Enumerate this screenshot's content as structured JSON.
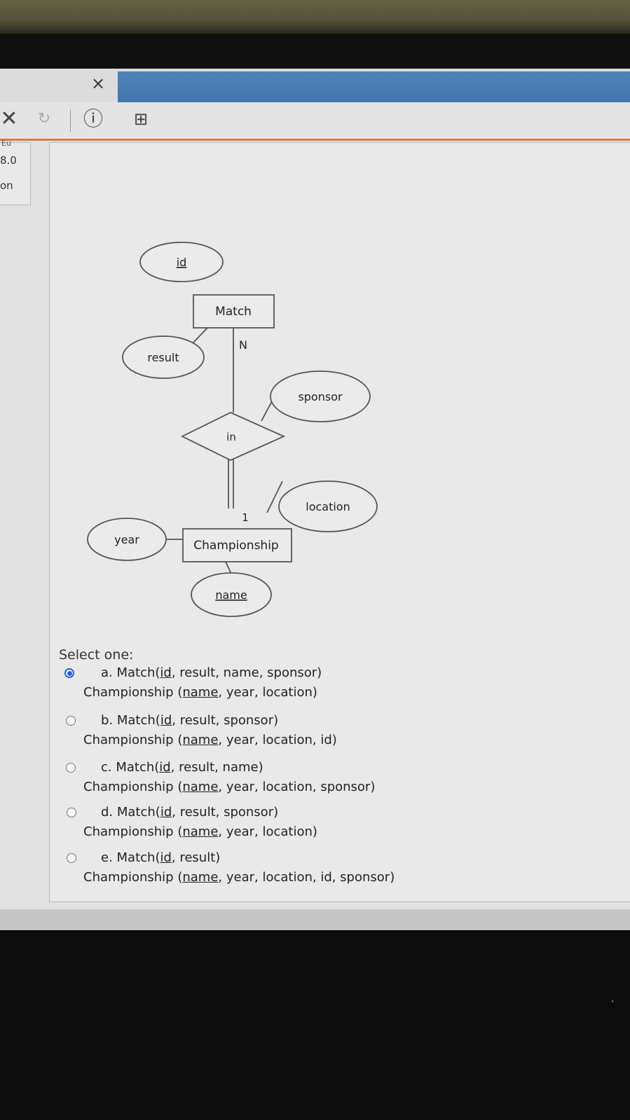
{
  "browser": {
    "tab_close_glyph": "×",
    "toolbar": {
      "close_glyph": "✕",
      "reload_glyph": "↻",
      "info_glyph": "ⓘ",
      "save_glyph": "⊞"
    },
    "accent_color": "#e07a3a"
  },
  "side_panel": {
    "text_top": "Eu",
    "text_1": "8.0",
    "text_2": "on"
  },
  "diagram": {
    "entities": {
      "match": "Match",
      "championship": "Championship"
    },
    "relationship": "in",
    "attributes": {
      "id": "id",
      "result": "result",
      "sponsor": "sponsor",
      "location": "location",
      "year": "year",
      "name": "name"
    },
    "cardinality": {
      "match_side": "N",
      "championship_side": "1"
    }
  },
  "question": {
    "select_label": "Select one:",
    "options": [
      {
        "prefix": "a. Match(",
        "key": "id",
        "rest1": ", result, name, sponsor)",
        "line2_prefix": "Championship (",
        "key2": "name",
        "rest2": ", year, location)",
        "selected": true
      },
      {
        "prefix": "b. Match(",
        "key": "id",
        "rest1": ", result, sponsor)",
        "line2_prefix": "Championship (",
        "key2": "name",
        "rest2": ", year, location, id)",
        "selected": false
      },
      {
        "prefix": "c. Match(",
        "key": "id",
        "rest1": ", result, name)",
        "line2_prefix": "Championship (",
        "key2": "name",
        "rest2": ", year, location, sponsor)",
        "selected": false
      },
      {
        "prefix": "d. Match(",
        "key": "id",
        "rest1": ", result, sponsor)",
        "line2_prefix": "Championship (",
        "key2": "name",
        "rest2": ", year, location)",
        "selected": false
      },
      {
        "prefix": "e. Match(",
        "key": "id",
        "rest1": ", result)",
        "line2_prefix": "Championship (",
        "key2": "name",
        "rest2": ", year, location, id, sponsor)",
        "selected": false
      }
    ]
  }
}
